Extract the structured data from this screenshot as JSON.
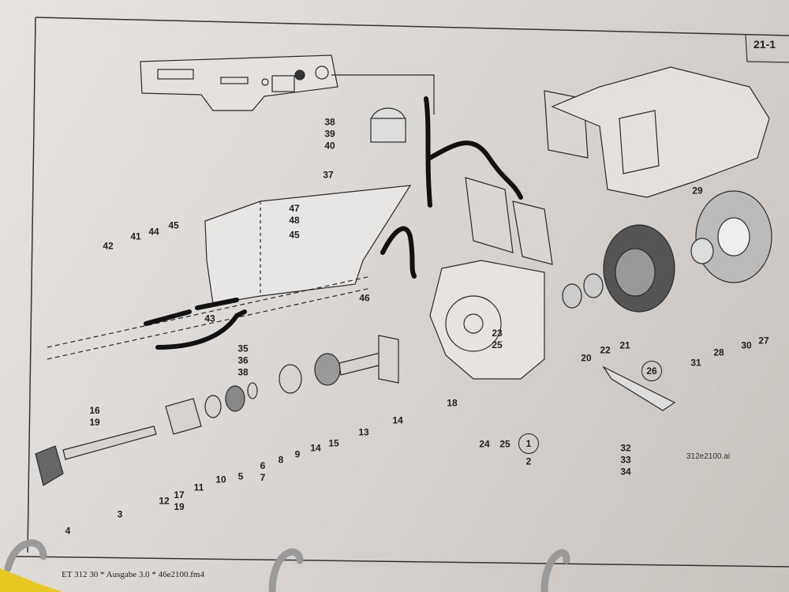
{
  "page_number": "21-1",
  "footer": "ET 312 30 * Ausgabe 3.0 * 46e2100.fm4",
  "file_tag": "312e2100.ai",
  "callouts": [
    {
      "id": "c1",
      "lines": [
        "38",
        "39",
        "40"
      ]
    },
    {
      "id": "c2",
      "lines": [
        "37"
      ]
    },
    {
      "id": "c3",
      "lines": [
        "47",
        "48"
      ]
    },
    {
      "id": "c4",
      "lines": [
        "45"
      ]
    },
    {
      "id": "c5",
      "lines": [
        "46"
      ]
    },
    {
      "id": "c6",
      "lines": [
        "45"
      ]
    },
    {
      "id": "c7",
      "lines": [
        "44"
      ]
    },
    {
      "id": "c8",
      "lines": [
        "41"
      ]
    },
    {
      "id": "c9",
      "lines": [
        "42"
      ]
    },
    {
      "id": "c10",
      "lines": [
        "43"
      ]
    },
    {
      "id": "c11",
      "lines": [
        "35",
        "36",
        "38"
      ]
    },
    {
      "id": "c12",
      "lines": [
        "16",
        "19"
      ]
    },
    {
      "id": "c13",
      "lines": [
        "12"
      ]
    },
    {
      "id": "c14",
      "lines": [
        "17",
        "19"
      ]
    },
    {
      "id": "c15",
      "lines": [
        "11"
      ]
    },
    {
      "id": "c16",
      "lines": [
        "10"
      ]
    },
    {
      "id": "c17",
      "lines": [
        "5"
      ]
    },
    {
      "id": "c18",
      "lines": [
        "6",
        "7"
      ]
    },
    {
      "id": "c19",
      "lines": [
        "8"
      ]
    },
    {
      "id": "c20",
      "lines": [
        "9"
      ]
    },
    {
      "id": "c21",
      "lines": [
        "14"
      ]
    },
    {
      "id": "c22",
      "lines": [
        "15"
      ]
    },
    {
      "id": "c23",
      "lines": [
        "13"
      ]
    },
    {
      "id": "c24",
      "lines": [
        "14"
      ]
    },
    {
      "id": "c25",
      "lines": [
        "18"
      ]
    },
    {
      "id": "c26",
      "lines": [
        "24"
      ]
    },
    {
      "id": "c27",
      "lines": [
        "25"
      ]
    },
    {
      "id": "c28",
      "lines": [
        "1"
      ],
      "circled": true
    },
    {
      "id": "c29",
      "lines": [
        "2"
      ]
    },
    {
      "id": "c30",
      "lines": [
        "23",
        "25"
      ]
    },
    {
      "id": "c31",
      "lines": [
        "20"
      ]
    },
    {
      "id": "c32",
      "lines": [
        "22"
      ]
    },
    {
      "id": "c33",
      "lines": [
        "21"
      ]
    },
    {
      "id": "c34",
      "lines": [
        "26"
      ],
      "circled": true
    },
    {
      "id": "c35",
      "lines": [
        "31"
      ]
    },
    {
      "id": "c36",
      "lines": [
        "28"
      ]
    },
    {
      "id": "c37",
      "lines": [
        "30"
      ]
    },
    {
      "id": "c38",
      "lines": [
        "27"
      ]
    },
    {
      "id": "c39",
      "lines": [
        "29"
      ]
    },
    {
      "id": "c40",
      "lines": [
        "32",
        "33",
        "34"
      ]
    },
    {
      "id": "c41",
      "lines": [
        "3"
      ]
    },
    {
      "id": "c42",
      "lines": [
        "4"
      ]
    }
  ]
}
